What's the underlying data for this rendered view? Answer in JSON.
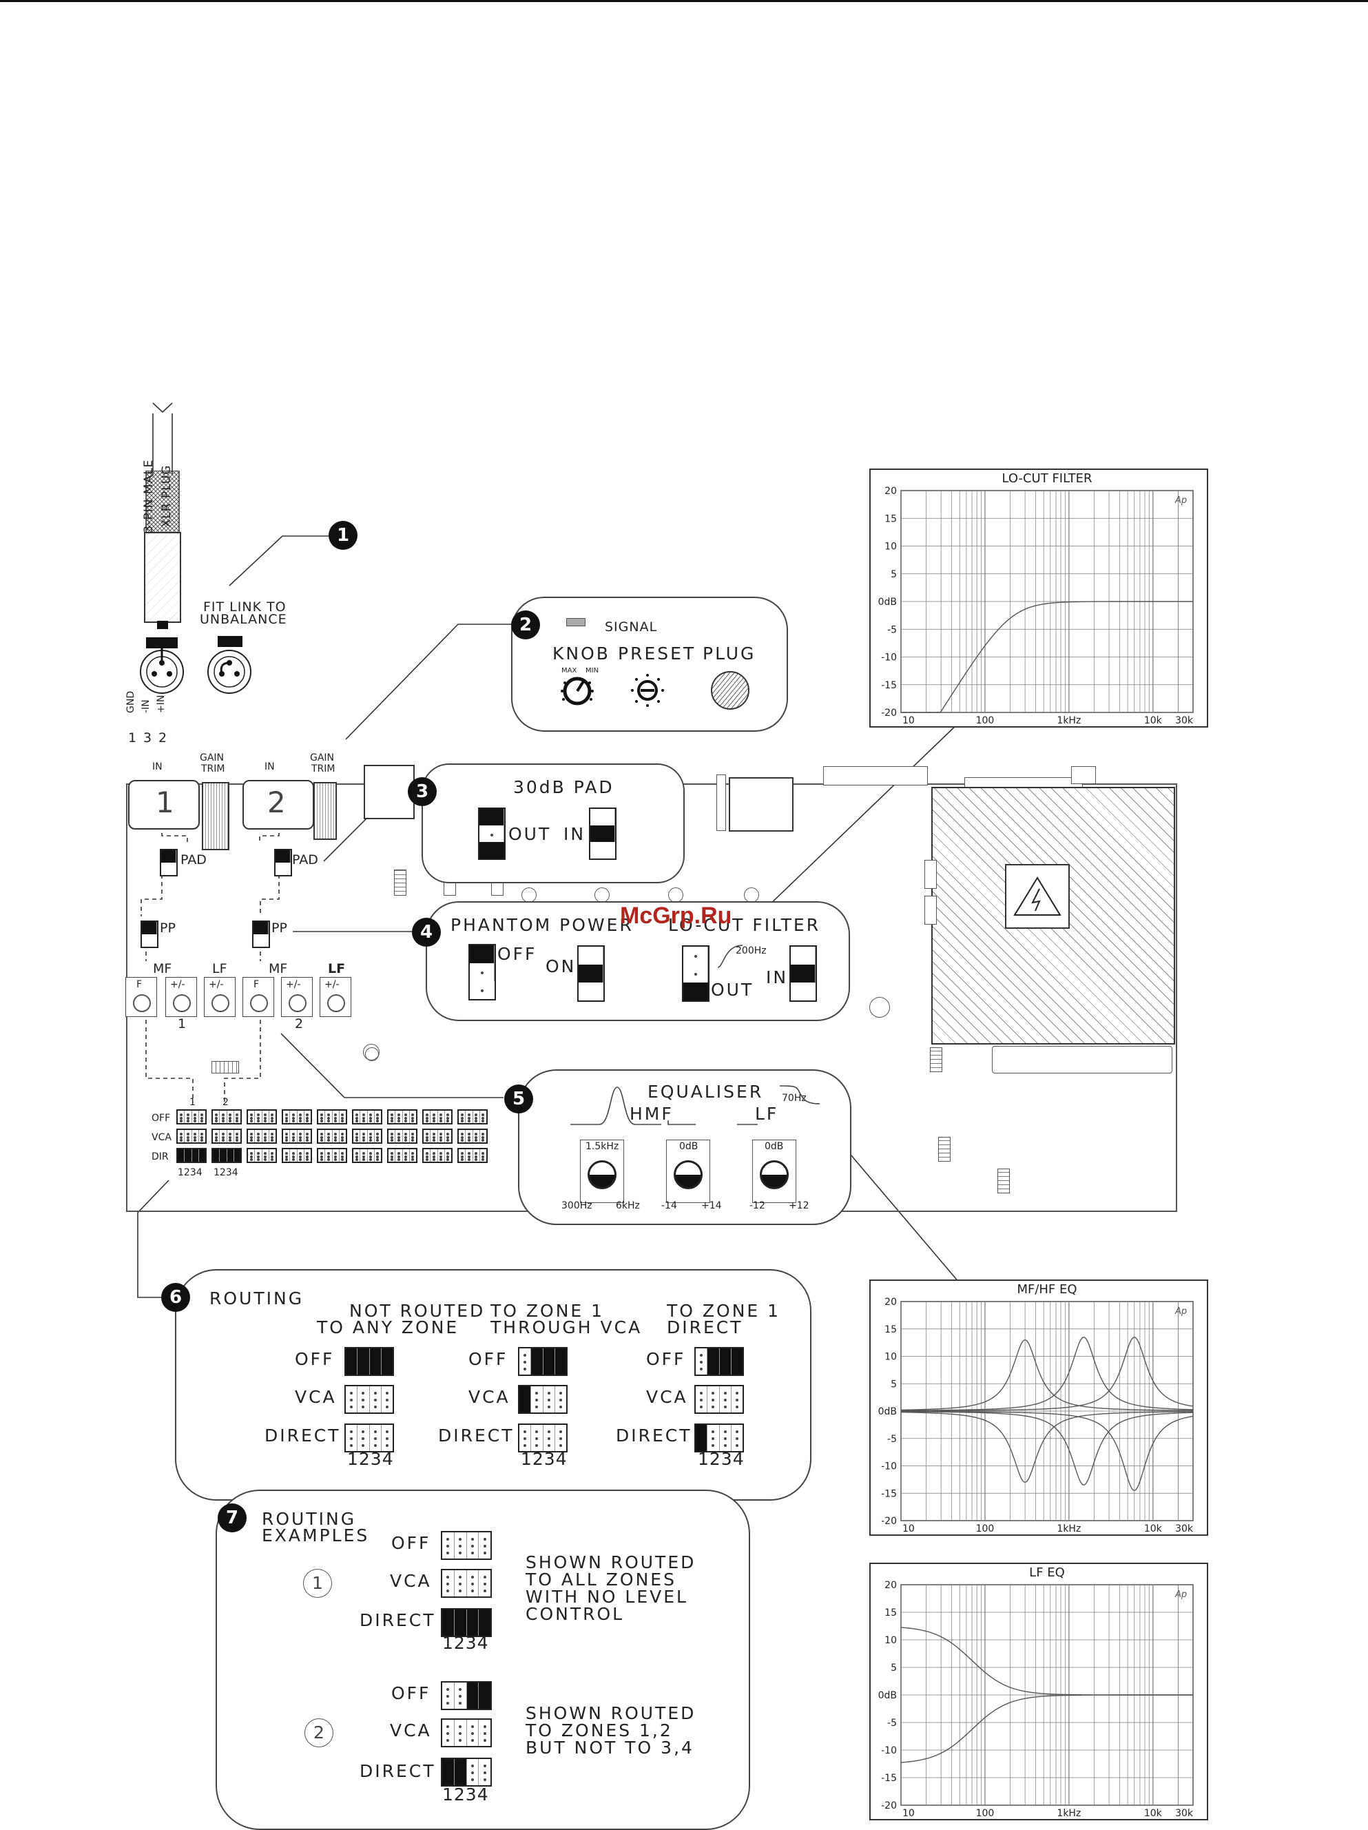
{
  "watermark": "McGrp.Ru",
  "colors": {
    "line": "#222222",
    "curve": "#555555",
    "grid": "#777777",
    "watermark": "#b3261e"
  },
  "callouts": {
    "c1": "1",
    "c2": "2",
    "c3": "3",
    "c4": "4",
    "c5": "5",
    "c6": "6",
    "c7": "7"
  },
  "xlr": {
    "plug_label_1": "3-PIN MALE",
    "plug_label_2": "XLR PLUG",
    "fit_link_1": "FIT LINK TO",
    "fit_link_2": "UNBALANCE",
    "pin_names": [
      "GND",
      "-IN",
      "+IN"
    ],
    "pin_numbers": [
      "1",
      "3",
      "2"
    ]
  },
  "panel": {
    "signal": "SIGNAL",
    "knob": "KNOB",
    "preset": "PRESET",
    "plug": "PLUG",
    "knob_min": "MAX",
    "knob_max": "MIN"
  },
  "board": {
    "ch1_in": "IN",
    "ch2_in": "IN",
    "ch1_num": "1",
    "ch2_num": "2",
    "gain": "GAIN",
    "trim": "TRIM",
    "pad": "PAD",
    "pp": "PP",
    "mf": "MF",
    "lf": "LF",
    "f": "F",
    "pm": "+/-",
    "strip1": "1",
    "strip2": "2",
    "row_off": "OFF",
    "row_vca": "VCA",
    "row_dir": "DIR",
    "col1": "1",
    "col2": "2",
    "digits": "1234"
  },
  "pad_box": {
    "title": "30dB PAD",
    "out": "OUT",
    "in": "IN"
  },
  "phantom_box": {
    "phantom": "PHANTOM POWER",
    "off": "OFF",
    "on": "ON",
    "locut": "LO-CUT FILTER",
    "hz": "200Hz",
    "out": "OUT",
    "in": "IN"
  },
  "eq_box": {
    "title": "EQUALISER",
    "hmf": "HMF",
    "lf": "LF",
    "hz70": "70Hz",
    "k1_top": "1.5kHz",
    "k1_left": "300Hz",
    "k1_right": "6kHz",
    "k2_top": "0dB",
    "k2_left": "-14",
    "k2_right": "+14",
    "k3_top": "0dB",
    "k3_left": "-12",
    "k3_right": "+12"
  },
  "routing": {
    "title": "ROUTING",
    "col1_a": "NOT ROUTED",
    "col1_b": "TO ANY ZONE",
    "col2_a": "TO ZONE 1",
    "col2_b": "THROUGH VCA",
    "col3_a": "TO ZONE 1",
    "col3_b": "DIRECT",
    "off": "OFF",
    "vca": "VCA",
    "direct": "DIRECT",
    "digits": "1234"
  },
  "examples": {
    "title_a": "ROUTING",
    "title_b": "EXAMPLES",
    "ex1": "1",
    "ex2": "2",
    "off": "OFF",
    "vca": "VCA",
    "direct": "DIRECT",
    "digits": "1234",
    "desc1": [
      "SHOWN ROUTED",
      "TO ALL ZONES",
      "WITH NO LEVEL",
      "CONTROL"
    ],
    "desc2": [
      "SHOWN ROUTED",
      "TO ZONES 1,2",
      "BUT NOT TO 3,4"
    ]
  },
  "graphs": [
    {
      "title": "LO-CUT FILTER",
      "mark": "Ap",
      "yticks": [
        "20",
        "15",
        "10",
        "5",
        "0dB",
        "-5",
        "-10",
        "-15",
        "-20"
      ],
      "xticks": [
        "10",
        "100",
        "1kHz",
        "10k",
        "30k"
      ]
    },
    {
      "title": "MF/HF EQ",
      "mark": "Ap",
      "yticks": [
        "20",
        "15",
        "10",
        "5",
        "0dB",
        "-5",
        "-10",
        "-15",
        "-20"
      ],
      "xticks": [
        "10",
        "100",
        "1kHz",
        "10k",
        "30k"
      ]
    },
    {
      "title": "LF EQ",
      "mark": "Ap",
      "yticks": [
        "20",
        "15",
        "10",
        "5",
        "0dB",
        "-5",
        "-10",
        "-15",
        "-20"
      ],
      "xticks": [
        "10",
        "100",
        "1kHz",
        "10k",
        "30k"
      ]
    }
  ]
}
